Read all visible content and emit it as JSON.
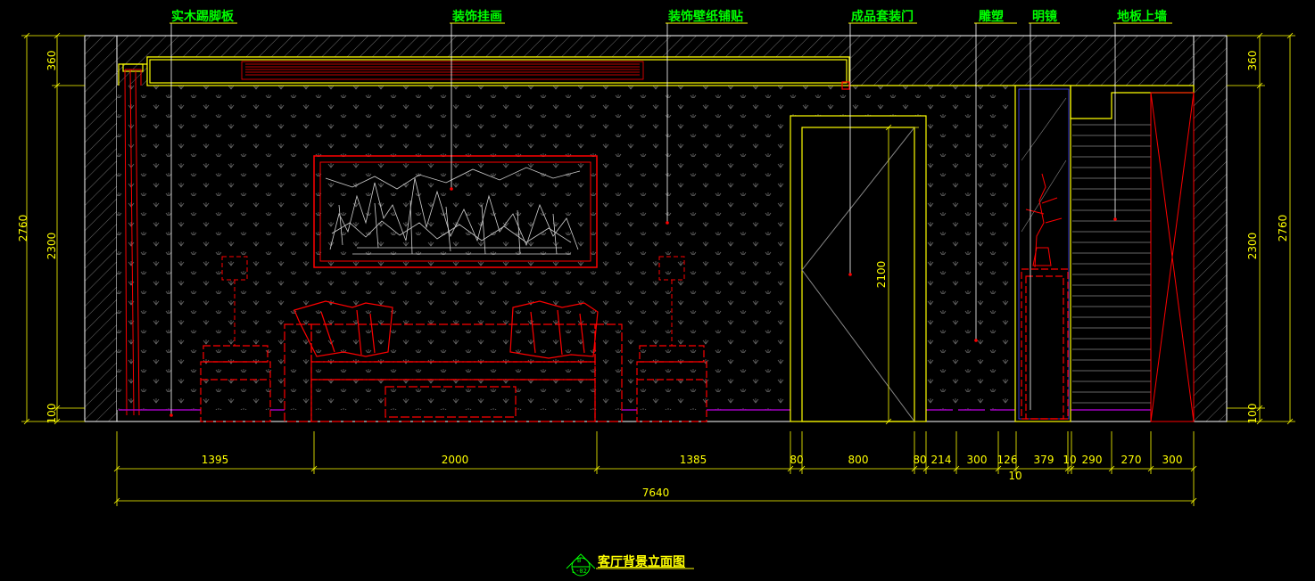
{
  "labels": {
    "skirting": "实木踢脚板",
    "painting": "装饰挂画",
    "wallpaper": "装饰壁纸铺贴",
    "door": "成品套装门",
    "sculpture": "雕塑",
    "mirror": "明镜",
    "floor_up_wall": "地板上墙"
  },
  "left_dims": {
    "total": "2760",
    "top": "360",
    "middle": "2300",
    "bottom": "100"
  },
  "right_dims": {
    "total": "2760",
    "top": "360",
    "middle": "2300",
    "bottom": "100"
  },
  "door_height": "2100",
  "bottom_dims": [
    "1395",
    "2000",
    "1385",
    "80",
    "800",
    "80",
    "214",
    "300",
    "126",
    "379",
    "10",
    "290",
    "270",
    "300"
  ],
  "bottom_sub": "10",
  "bottom_total": "7640",
  "title": "客厅背景立面图",
  "symbol": {
    "top": "B",
    "bottom": "L-02"
  },
  "colors": {
    "background": "#000000",
    "wall_line": "#ffffff",
    "feature": "#ff0000",
    "accent": "#ffff00",
    "label": "#00ff00",
    "skirting_line": "#a000c0"
  }
}
